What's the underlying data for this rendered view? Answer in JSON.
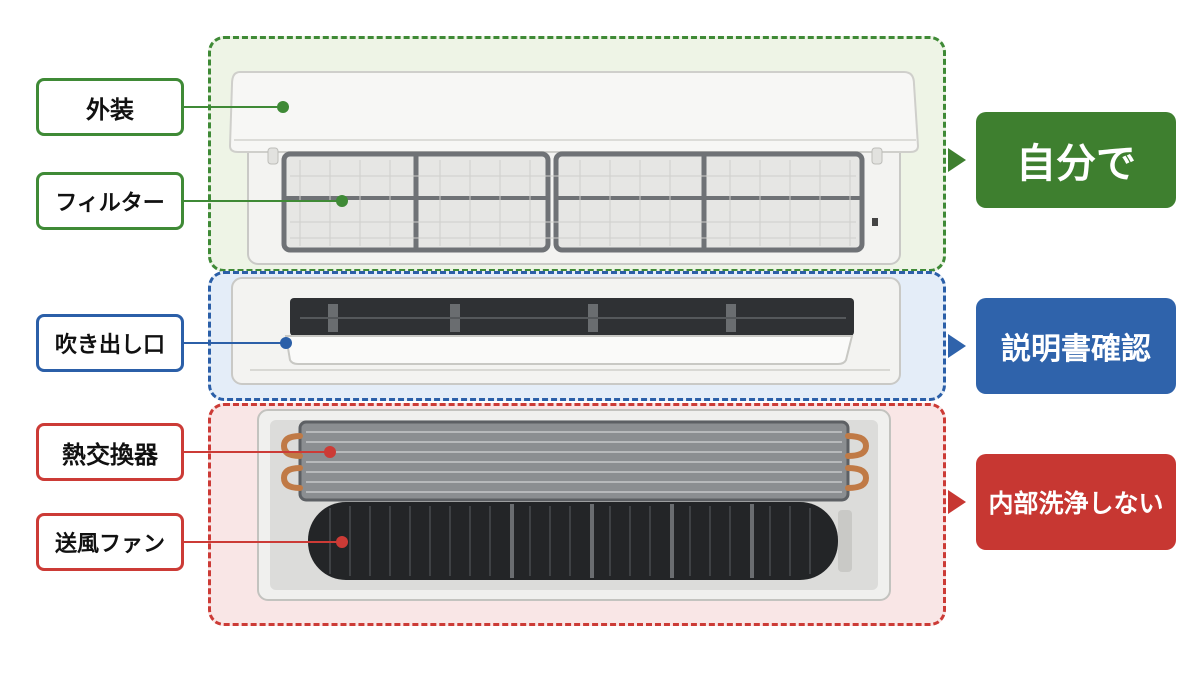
{
  "parts": {
    "exterior": "外装",
    "filter": "フィルター",
    "outlet": "吹き出し口",
    "heat_exchanger": "熱交換器",
    "fan": "送風ファン"
  },
  "actions": {
    "self": "自分で",
    "check_manual": "説明書確認",
    "no_internal_cleaning": "内部洗浄しない"
  },
  "colors": {
    "green": "#3e7f2f",
    "blue": "#2f63ab",
    "red": "#c73732"
  }
}
